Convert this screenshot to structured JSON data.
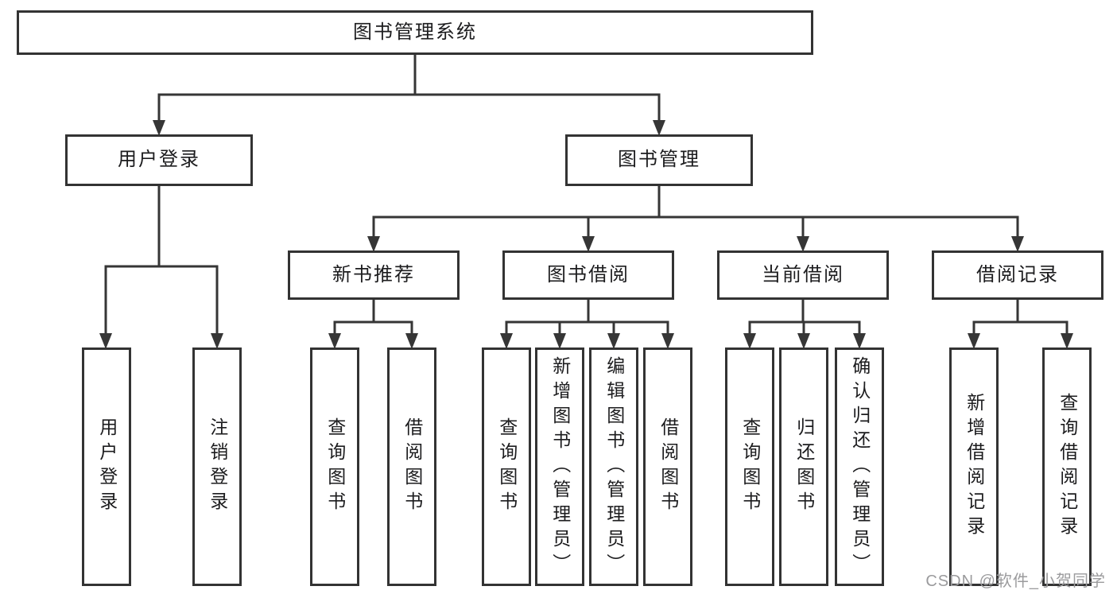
{
  "colors": {
    "line": "#363636",
    "box_border": "#333333",
    "text": "#1c1c1e",
    "background": "#ffffff",
    "watermark": "#9b9b9d"
  },
  "watermark": {
    "text": "CSDN @软件_小贺同学"
  },
  "tree": {
    "label": "图书管理系统",
    "children": [
      {
        "label": "用户登录",
        "children": [
          {
            "label": "用户登录"
          },
          {
            "label": "注销登录"
          }
        ]
      },
      {
        "label": "图书管理",
        "children": [
          {
            "label": "新书推荐",
            "children": [
              {
                "label": "查询图书"
              },
              {
                "label": "借阅图书"
              }
            ]
          },
          {
            "label": "图书借阅",
            "children": [
              {
                "label": "查询图书"
              },
              {
                "label": "新增图书（管理员）"
              },
              {
                "label": "编辑图书（管理员）"
              },
              {
                "label": "借阅图书"
              }
            ]
          },
          {
            "label": "当前借阅",
            "children": [
              {
                "label": "查询图书"
              },
              {
                "label": "归还图书"
              },
              {
                "label": "确认归还（管理员）"
              }
            ]
          },
          {
            "label": "借阅记录",
            "children": [
              {
                "label": "新增借阅记录"
              },
              {
                "label": "查询借阅记录"
              }
            ]
          }
        ]
      }
    ]
  }
}
